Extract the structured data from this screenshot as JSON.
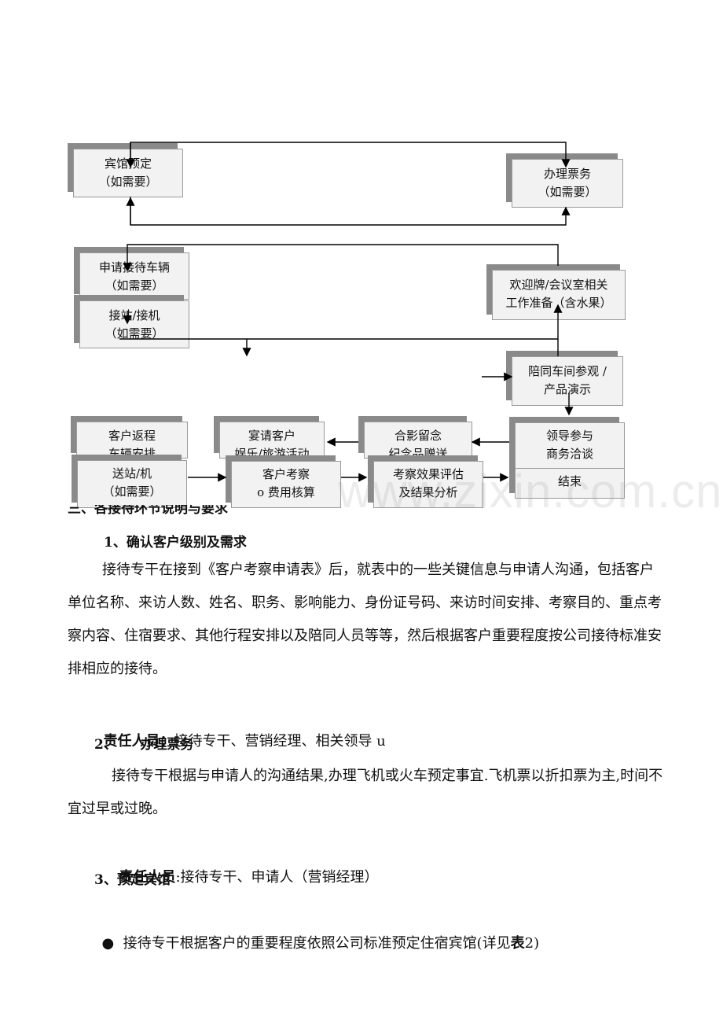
{
  "flowchart": {
    "hotel_booking": {
      "line1": "宾馆预定",
      "line2": "（如需要）"
    },
    "ticketing": {
      "line1": "办理票务",
      "line2": "（如需要）"
    },
    "request_vehicle": {
      "line1": "申请接待车辆",
      "line2": "（如需要）"
    },
    "pickup": {
      "line1": "接站/接机",
      "line2": "（如需要）"
    },
    "welcome_sign": {
      "line1": "欢迎牌/会议室相关",
      "line2": "工作准备（含水果）"
    },
    "workshop_visit": {
      "line1": "陪同车间参观 /",
      "line2": "产品演示"
    },
    "client_return": {
      "line1": "客户返程",
      "line2": "车辆安排"
    },
    "banquet": {
      "line1": "宴请客户",
      "line2": "娱乐/旅游活动"
    },
    "group_photo": {
      "line1": "合影留念",
      "line2": "纪念品赠送"
    },
    "leadership_meeting": {
      "line1": "领导参与",
      "line2": "商务洽谈",
      "line3": "结束"
    },
    "see_off": {
      "line1": "送站/机",
      "line2": "（如需要）"
    },
    "cost_accounting": {
      "line1": "客户考察",
      "line2": "o 费用核算"
    },
    "evaluation": {
      "line1": "考察效果评估",
      "line2": "及结果分析"
    }
  },
  "section_heading": "三、各接待环节说明与要求",
  "watermark": "www.zixin.com.cn",
  "items": [
    {
      "heading": "1、确认客户级别及需求",
      "body": "接待专干在接到《客户考察申请表》后，就表中的一些关键信息与申请人沟通，包括客户单位名称、来访人数、姓名、职务、影响能力、身份证号码、来访时间安排、考察目的、重点考察内容、住宿要求、其他行程安排以及陪同人员等等，然后根据客户重要程度按公司接待标准安排相应的接待。",
      "resp_label": "责任人员：",
      "resp_value": "接待专干、营销经理、相关领导 u"
    },
    {
      "heading": "2、     办理票务",
      "body": "接待专干根据与申请人的沟通结果,办理飞机或火车预定事宜.飞机票以折扣票为主,时间不宜过早或过晚。",
      "resp_label": "责任人员",
      "resp_value": ":接待专干、申请人（营销经理）"
    },
    {
      "heading": "3、预定宾馆",
      "bullet": "●",
      "bullet_text": "接待专干根据客户的重要程度依照公司标准预定住宿宾馆(详见",
      "bullet_bold": "表",
      "bullet_end": "2)"
    }
  ]
}
